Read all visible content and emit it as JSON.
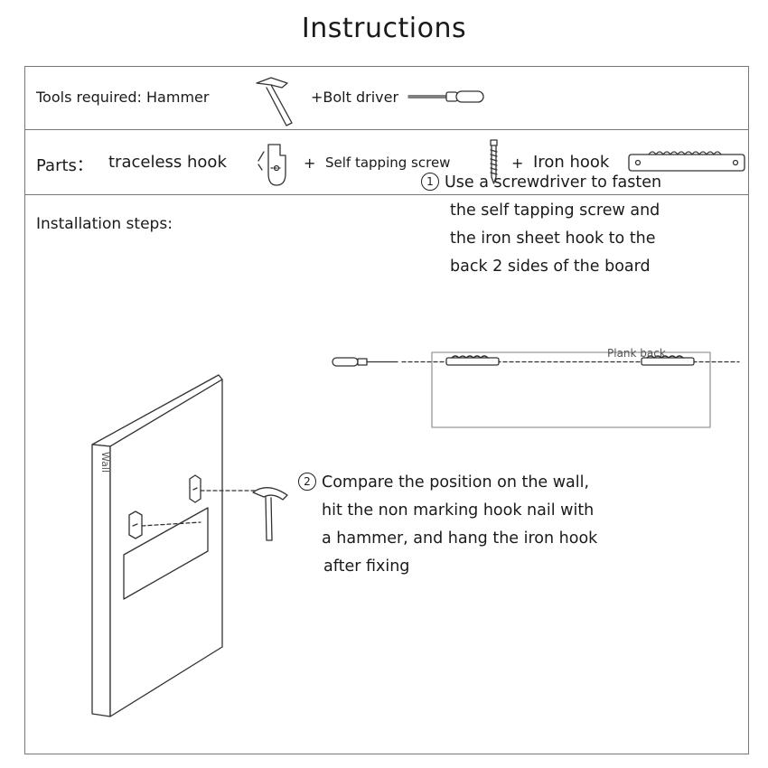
{
  "title": "Instructions",
  "tools": {
    "label": "Tools required: Hammer",
    "bolt": "+Bolt driver"
  },
  "parts": {
    "label": "Parts：",
    "hook": "traceless hook",
    "plus": "+",
    "screw": "Self tapping screw",
    "iron": "Iron hook"
  },
  "installation": {
    "heading": "Installation steps:",
    "step1": {
      "num": "1",
      "lines": [
        "Use a screwdriver to fasten",
        "the self tapping screw and",
        "the iron sheet hook to the",
        "back 2 sides of the board"
      ]
    },
    "step2": {
      "num": "2",
      "lines": [
        "Compare the position on the wall,",
        "hit the non marking hook nail with",
        "a hammer, and hang the iron hook",
        "after fixing"
      ]
    },
    "plank_label": "Plank back",
    "wall_label": "Wall"
  },
  "icons": [
    "hammer-icon",
    "screwdriver-icon",
    "traceless-hook-icon",
    "screw-icon",
    "iron-hook-icon"
  ]
}
